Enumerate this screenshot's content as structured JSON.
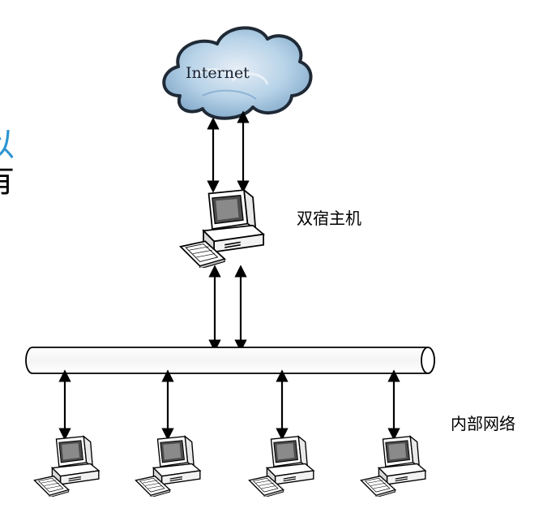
{
  "diagram": {
    "cloud_label": "Internet",
    "host_label": "双宿主机",
    "network_label": "内部网络",
    "edge_fragments": [
      "以",
      "有"
    ]
  },
  "colors": {
    "line": "#000000",
    "cloud_fill": "#aecde3",
    "cloud_fill_light": "#dde9f3",
    "cloud_stroke": "#1f2a36",
    "pipe_fill": "#ffffff",
    "edge_text": "#2e94d1",
    "pc_body": "#ffffff",
    "pc_screen": "#5c5c5c"
  }
}
